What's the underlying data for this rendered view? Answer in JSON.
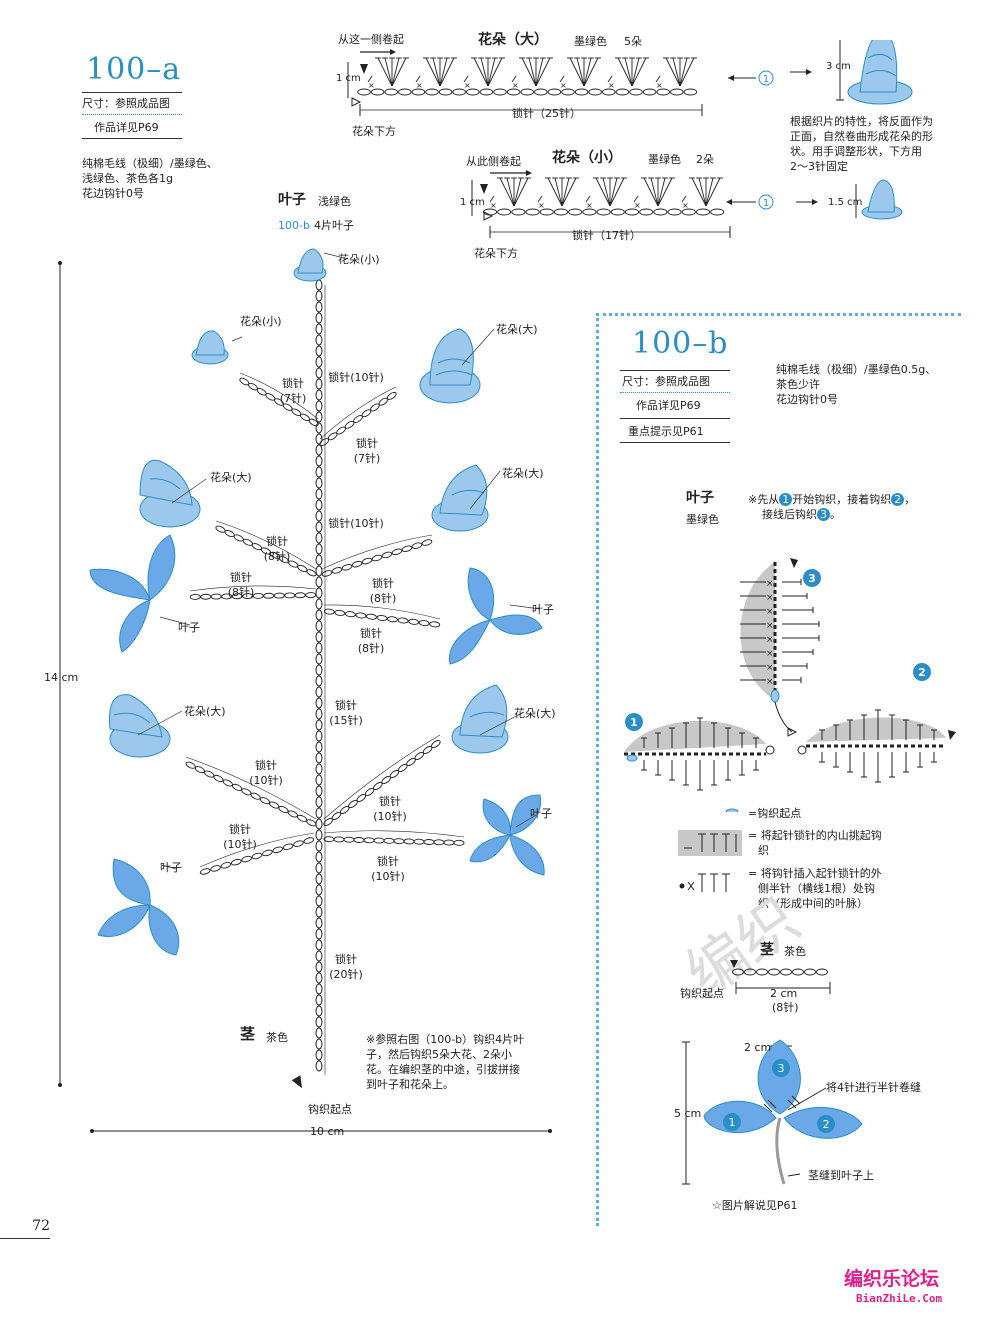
{
  "part_a": {
    "code": "100–a",
    "size_label": "尺寸：参照成品图",
    "detail_ref": "作品详见P69",
    "materials": [
      "纯棉毛线（极细）/墨绿色、",
      "浅绿色、茶色各1g",
      "花边钩针0号"
    ],
    "big_flower": {
      "title": "花朵（大）",
      "color": "墨绿色",
      "count": "5朵",
      "roll_from": "从这一侧卷起",
      "height": "1 cm",
      "chain": "锁针（25针）",
      "bottom": "花朵下方",
      "step": "1",
      "result_size": "3 cm",
      "note": [
        "根据织片的特性，将反面作为",
        "正面，自然卷曲形成花朵的形",
        "状。用手调整形状，下方用",
        "2～3针固定"
      ]
    },
    "small_flower": {
      "title": "花朵（小）",
      "color": "墨绿色",
      "count": "2朵",
      "roll_from": "从此侧卷起",
      "height": "1 cm",
      "chain": "锁针（17针）",
      "bottom": "花朵下方",
      "step": "1",
      "result_size": "1.5 cm"
    },
    "leaf": {
      "title": "叶子",
      "color": "浅绿色",
      "ref_code": "100-b",
      "ref_count": "4片叶子"
    },
    "stem": {
      "title": "茎",
      "color": "茶色",
      "start": "钩织起点"
    },
    "height_dim": "14 cm",
    "width_dim": "10 cm",
    "labels": {
      "small_flower": "花朵(小)",
      "big_flower": "花朵(大)",
      "leaf": "叶子",
      "chain_word": "锁针",
      "c10": "(10针)",
      "c7": "(7针)",
      "c8": "(8针)",
      "c15": "(15针)",
      "c20": "(20针)"
    },
    "instruction": [
      "※参照右图（100-b）钩织4片叶",
      "子，然后钩织5朵大花、2朵小",
      "花。在编织茎的中途，引拔拼接",
      "到叶子和花朵上。"
    ]
  },
  "part_b": {
    "code": "100–b",
    "size_label": "尺寸：参照成品图",
    "detail_ref": "作品详见P69",
    "tip_ref": "重点提示见P61",
    "materials": [
      "纯棉毛线（极细）/墨绿色0.5g、",
      "茶色少许",
      "花边钩针0号"
    ],
    "leaf": {
      "title": "叶子",
      "color": "墨绿色",
      "note_a": "※先从",
      "n1": "1",
      "note_b": "开始钩织，接着钩织",
      "n2": "2",
      "note_c": "，",
      "note_d": "接线后钩织",
      "n3": "3",
      "note_e": "。"
    },
    "legend": {
      "start": "=钩织起点",
      "back_bump": [
        "= 将起针锁针的内山挑起钩",
        "织"
      ],
      "outer_half": [
        "= 将钩针插入起针锁针的外",
        "侧半针（横线1根）处钩",
        "织（形成中间的叶脉）"
      ]
    },
    "stem": {
      "title": "茎",
      "color": "茶色",
      "start": "钩织起点",
      "length": "2 cm",
      "chain": "(8针)"
    },
    "assembly": {
      "size_top": "2 cm",
      "size_side": "5 cm",
      "sew_note": "将4针进行半针卷缝",
      "stem_note": "茎缝到叶子上",
      "photo_ref": "☆图片解说见P61",
      "n1": "1",
      "n2": "2",
      "n3": "3"
    }
  },
  "page_number": "72",
  "forum": {
    "name": "编织乐论坛",
    "url": "BianZhiLe.Com"
  },
  "colors": {
    "accent": "#2a8fc8",
    "leaf_fill": "#6aa8e8",
    "flower_fill": "#9cc8ee",
    "forum": "#e0208a",
    "shade": "#c8c8c8"
  }
}
